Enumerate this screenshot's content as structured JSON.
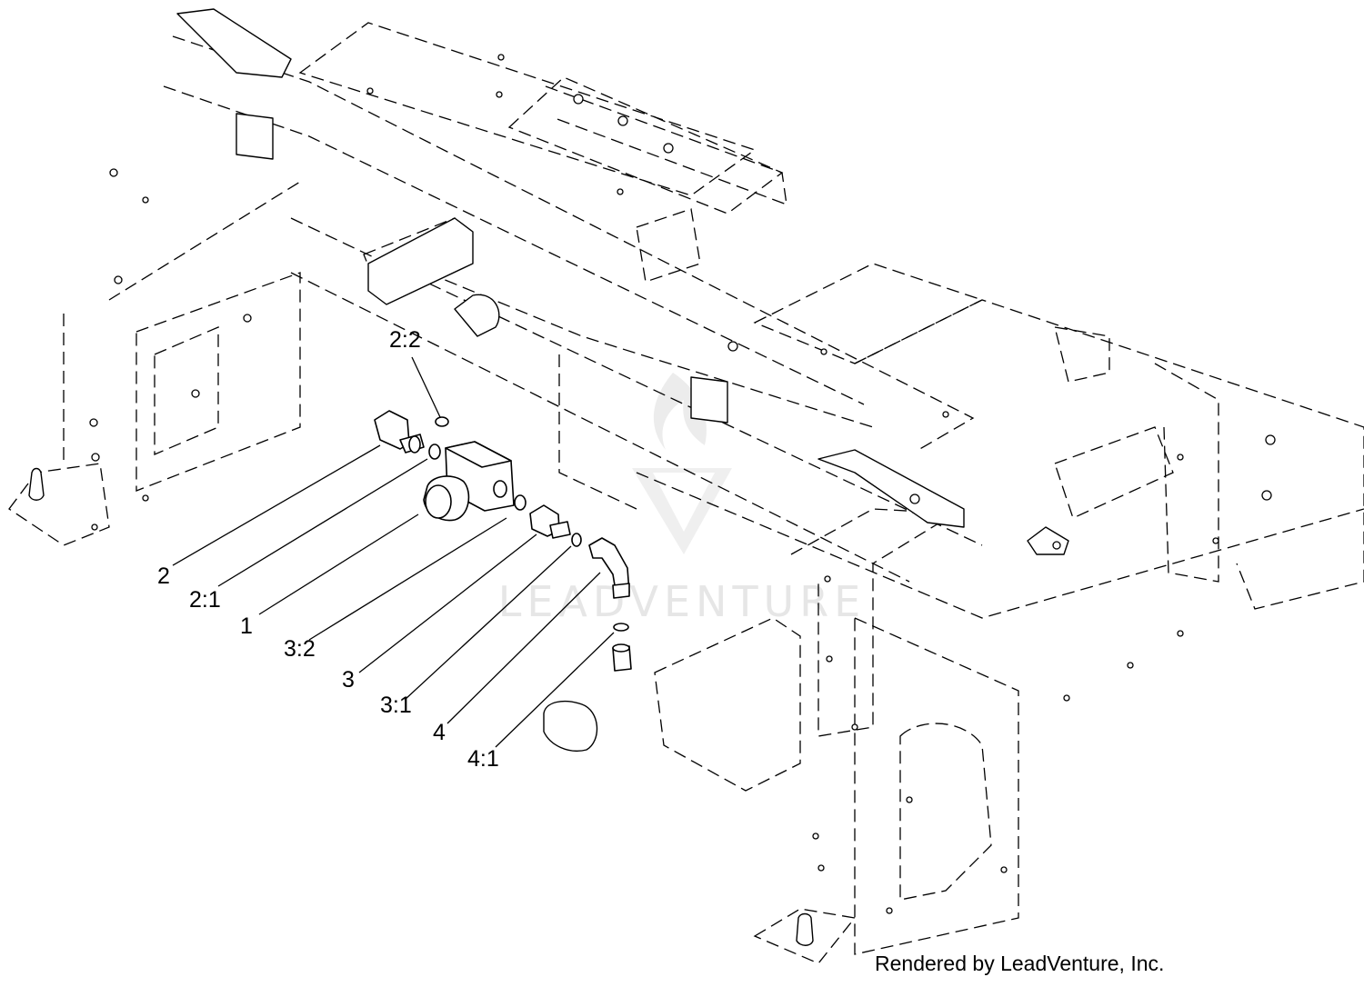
{
  "diagram": {
    "watermark": "LEADVENTURE",
    "credit": "Rendered by LeadVenture, Inc.",
    "callouts": [
      {
        "id": "2:2",
        "label": "2:2"
      },
      {
        "id": "2",
        "label": "2"
      },
      {
        "id": "2:1",
        "label": "2:1"
      },
      {
        "id": "1",
        "label": "1"
      },
      {
        "id": "3:2",
        "label": "3:2"
      },
      {
        "id": "3",
        "label": "3"
      },
      {
        "id": "3:1",
        "label": "3:1"
      },
      {
        "id": "4",
        "label": "4"
      },
      {
        "id": "4:1",
        "label": "4:1"
      }
    ]
  }
}
